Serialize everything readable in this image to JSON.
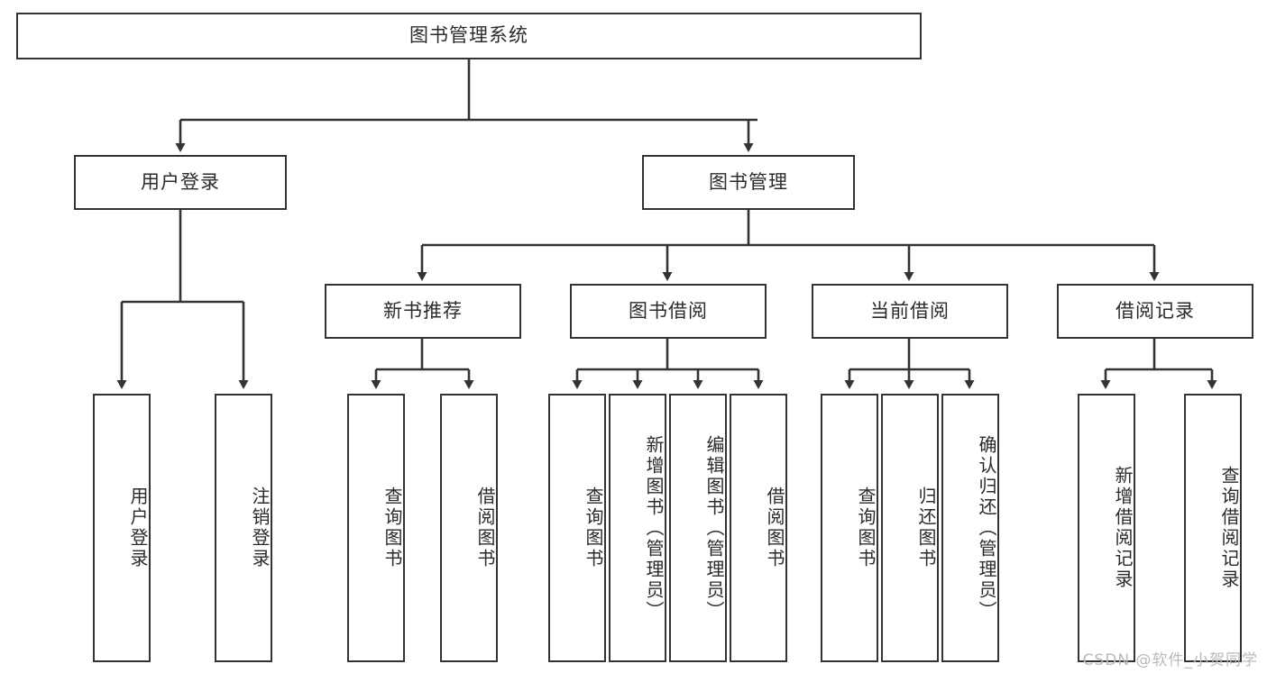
{
  "diagram": {
    "title": "图书管理系统",
    "type": "tree-hierarchy-chart",
    "watermark": "CSDN @软件_小贺同学",
    "colors": {
      "background": "#ffffff",
      "box_border": "#333333",
      "box_fill": "#ffffff",
      "text": "#2b2b2b",
      "connector": "#333333",
      "watermark": "#b9b9b9"
    }
  },
  "nodes": {
    "root": {
      "label": "图书管理系统"
    },
    "level1": [
      {
        "label": "用户登录"
      },
      {
        "label": "图书管理"
      }
    ],
    "level2": [
      {
        "label": "新书推荐"
      },
      {
        "label": "图书借阅"
      },
      {
        "label": "当前借阅"
      },
      {
        "label": "借阅记录"
      }
    ],
    "leaves": {
      "user_login": [
        {
          "label": "用户登录"
        },
        {
          "label": "注销登录"
        }
      ],
      "new_book_recommend": [
        {
          "label": "查询图书"
        },
        {
          "label": "借阅图书"
        }
      ],
      "book_borrow": [
        {
          "label": "查询图书"
        },
        {
          "label": "新增图书（管理员）"
        },
        {
          "label": "编辑图书（管理员）"
        },
        {
          "label": "借阅图书"
        }
      ],
      "current_borrow": [
        {
          "label": "查询图书"
        },
        {
          "label": "归还图书"
        },
        {
          "label": "确认归还（管理员）"
        }
      ],
      "borrow_record": [
        {
          "label": "新增借阅记录"
        },
        {
          "label": "查询借阅记录"
        }
      ]
    }
  },
  "tree": {
    "description": "图书管理系统 功能结构图：根节点 图书管理系统 分为 用户登录 与 图书管理 两大模块；图书管理 下设 新书推荐、图书借阅、当前借阅、借阅记录 四个子模块。"
  }
}
